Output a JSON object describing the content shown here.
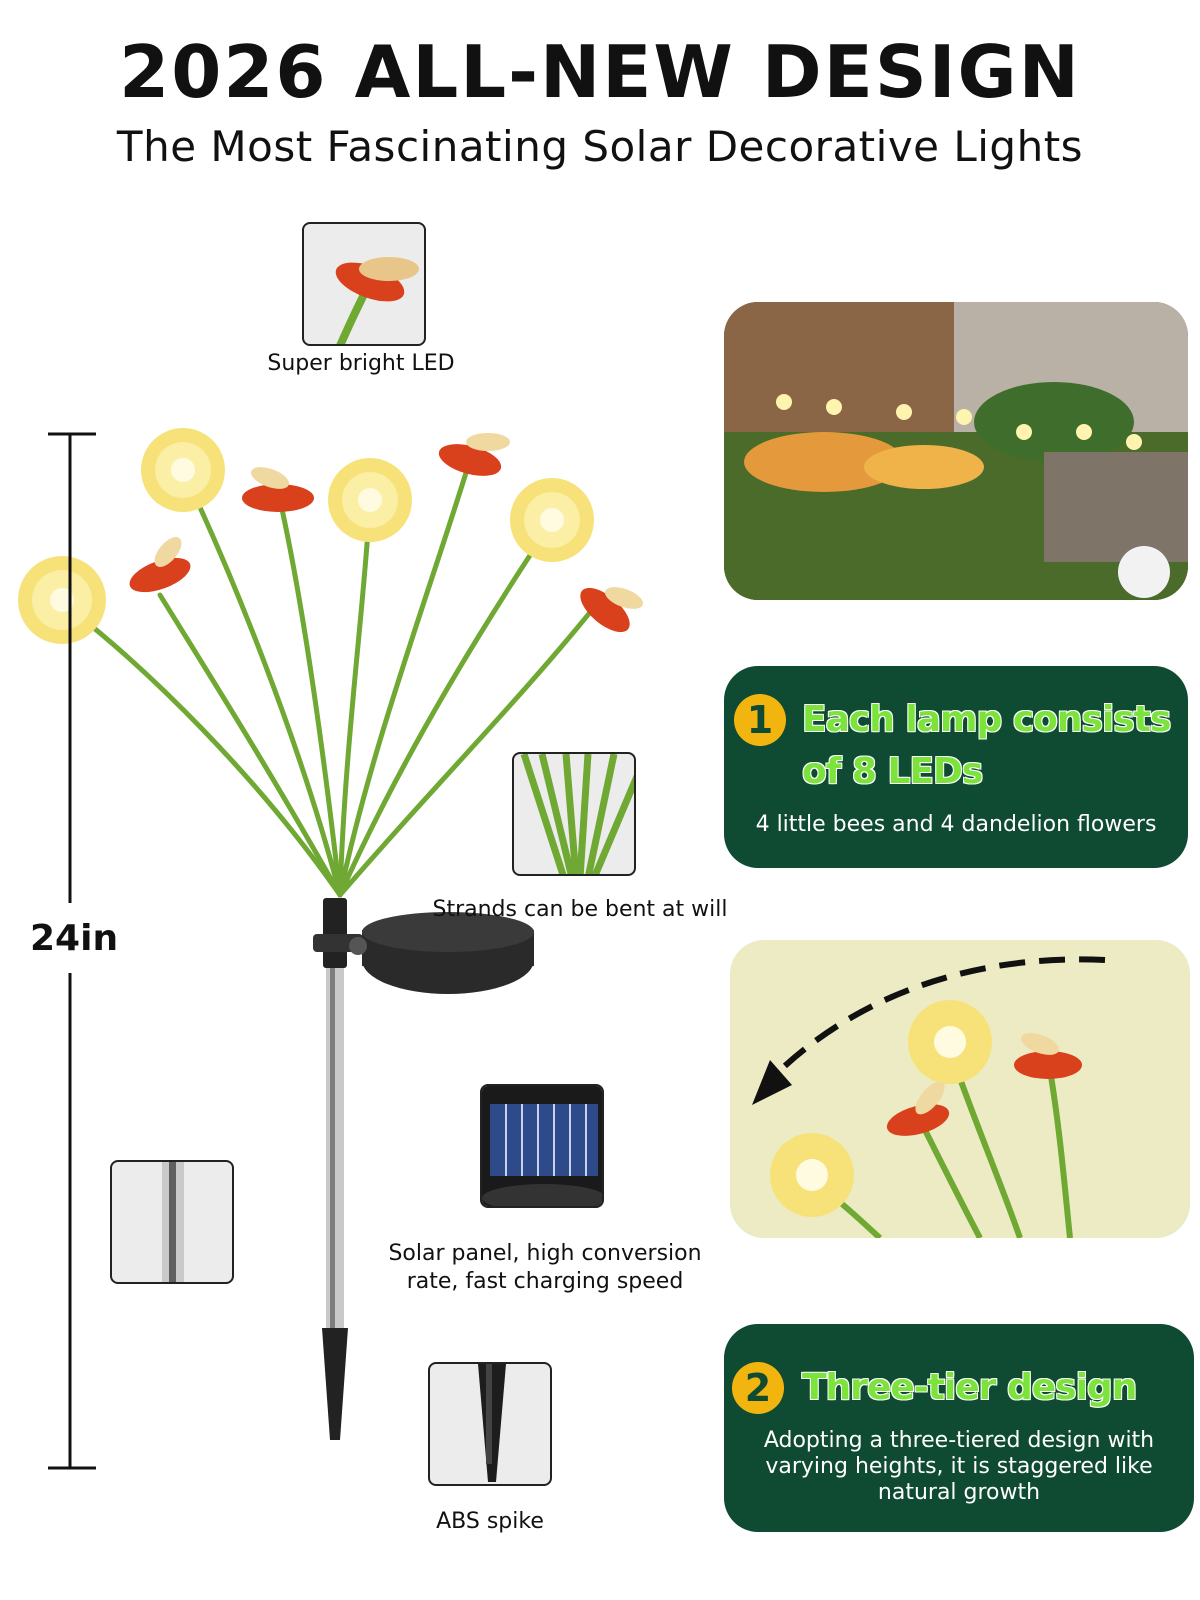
{
  "header": {
    "title": "2026 ALL-NEW DESIGN",
    "subtitle": "The Most Fascinating Solar Decorative Lights"
  },
  "dimension": {
    "height_label": "24in"
  },
  "callouts": {
    "led": "Super bright LED",
    "strands": "Strands can be bent at will",
    "solar_line1": "Solar panel, high conversion",
    "solar_line2": "rate, fast charging speed",
    "spike": "ABS spike"
  },
  "features": [
    {
      "number": "1",
      "heading_line1": "Each lamp consists",
      "heading_line2": "of 8 LEDs",
      "body": "4 little bees and 4 dandelion flowers"
    },
    {
      "number": "2",
      "heading_line1": "Three-tier design",
      "body_line1": "Adopting a three-tiered design with",
      "body_line2": "varying heights, it is staggered like",
      "body_line3": "natural growth"
    }
  ],
  "colors": {
    "card_green": "#0f4a33",
    "heading_green": "#7be33c",
    "badge_yellow": "#f2b50f",
    "stem_green": "#6fa832",
    "dandelion": "#f7e27a",
    "bee_red": "#d9401c",
    "cream_panel": "#ecebc4"
  },
  "icons": [
    "dandelion-light-icon",
    "bee-light-icon",
    "solar-panel-icon",
    "spike-icon"
  ]
}
